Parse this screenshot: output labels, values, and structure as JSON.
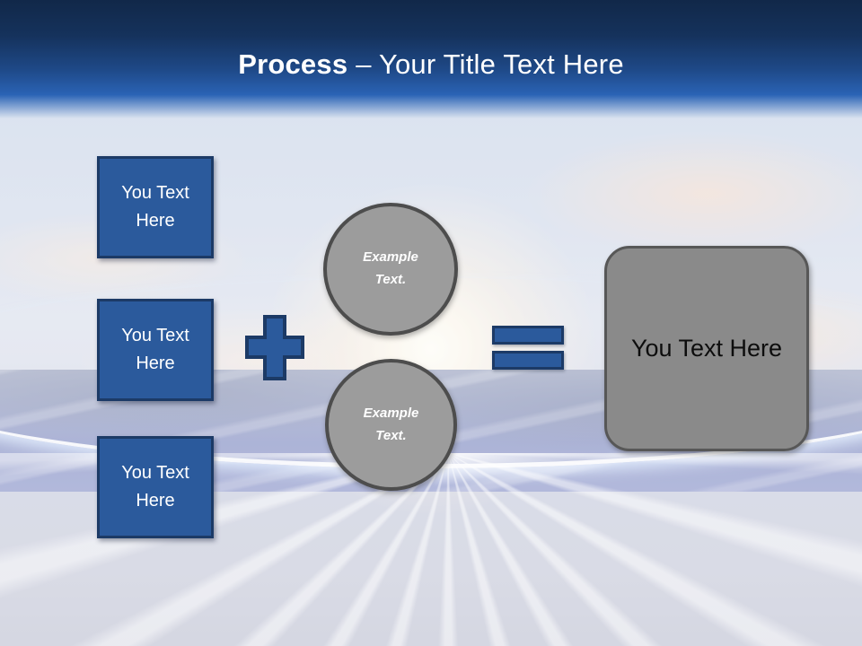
{
  "header": {
    "title_emphasis": "Process",
    "title_rest": "– Your Title Text Here"
  },
  "diagram": {
    "input_boxes": [
      {
        "label": "You Text Here"
      },
      {
        "label": "You Text Here"
      },
      {
        "label": "You Text Here"
      }
    ],
    "plus_icon": "plus",
    "example_circles": [
      {
        "label": "Example Text."
      },
      {
        "label": "Example Text."
      }
    ],
    "equals_icon": "equals",
    "result_box": {
      "label": "You Text Here"
    }
  },
  "colors": {
    "accent_blue": "#2b5a9c",
    "accent_blue_border": "#1c3a66",
    "header_gradient_top": "#112849",
    "header_gradient_bottom": "#2a63b5",
    "circle_gray": "#9c9c9c",
    "circle_border_gray": "#4d4d4d",
    "result_gray": "#8a8a8a",
    "result_border_gray": "#575757",
    "title_text": "#ffffff"
  }
}
